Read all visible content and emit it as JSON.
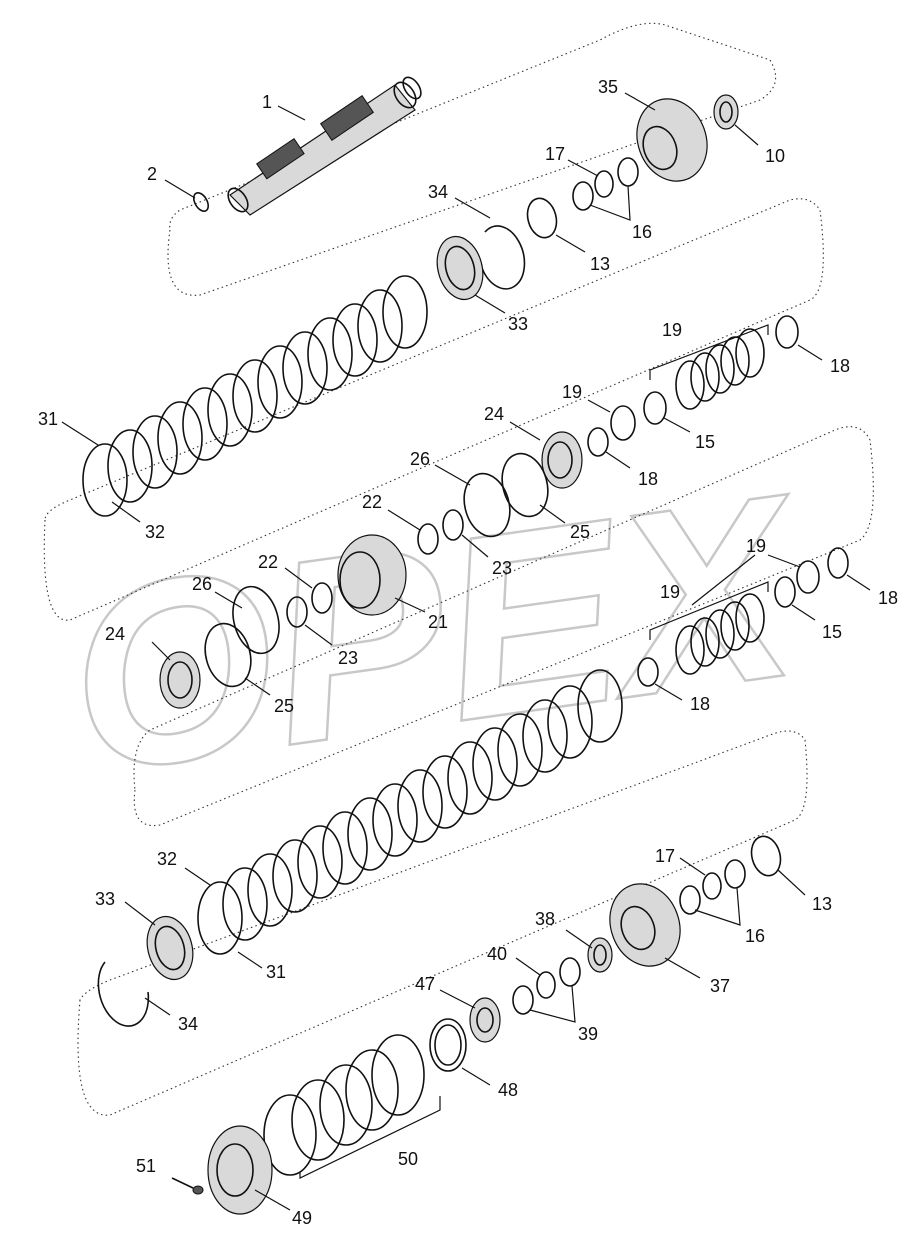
{
  "watermark": {
    "text": "OPEX"
  },
  "callouts": [
    {
      "id": "c1",
      "label": "1"
    },
    {
      "id": "c2",
      "label": "2"
    },
    {
      "id": "c35",
      "label": "35"
    },
    {
      "id": "c10",
      "label": "10"
    },
    {
      "id": "c17a",
      "label": "17"
    },
    {
      "id": "c16a",
      "label": "16"
    },
    {
      "id": "c34a",
      "label": "34"
    },
    {
      "id": "c13a",
      "label": "13"
    },
    {
      "id": "c33a",
      "label": "33"
    },
    {
      "id": "c19a",
      "label": "19"
    },
    {
      "id": "c18a",
      "label": "18"
    },
    {
      "id": "c19b",
      "label": "19"
    },
    {
      "id": "c15a",
      "label": "15"
    },
    {
      "id": "c24a",
      "label": "24"
    },
    {
      "id": "c18b",
      "label": "18"
    },
    {
      "id": "c31a",
      "label": "31"
    },
    {
      "id": "c32a",
      "label": "32"
    },
    {
      "id": "c26a",
      "label": "26"
    },
    {
      "id": "c25a",
      "label": "25"
    },
    {
      "id": "c22a",
      "label": "22"
    },
    {
      "id": "c23a",
      "label": "23"
    },
    {
      "id": "c21",
      "label": "21"
    },
    {
      "id": "c22b",
      "label": "22"
    },
    {
      "id": "c26b",
      "label": "26"
    },
    {
      "id": "c23b",
      "label": "23"
    },
    {
      "id": "c24b",
      "label": "24"
    },
    {
      "id": "c25b",
      "label": "25"
    },
    {
      "id": "c19c",
      "label": "19"
    },
    {
      "id": "c18c",
      "label": "18"
    },
    {
      "id": "c19d",
      "label": "19"
    },
    {
      "id": "c15b",
      "label": "15"
    },
    {
      "id": "c18d",
      "label": "18"
    },
    {
      "id": "c32b",
      "label": "32"
    },
    {
      "id": "c33b",
      "label": "33"
    },
    {
      "id": "c31b",
      "label": "31"
    },
    {
      "id": "c34b",
      "label": "34"
    },
    {
      "id": "c17b",
      "label": "17"
    },
    {
      "id": "c13b",
      "label": "13"
    },
    {
      "id": "c16b",
      "label": "16"
    },
    {
      "id": "c38",
      "label": "38"
    },
    {
      "id": "c40",
      "label": "40"
    },
    {
      "id": "c37",
      "label": "37"
    },
    {
      "id": "c47",
      "label": "47"
    },
    {
      "id": "c39",
      "label": "39"
    },
    {
      "id": "c48",
      "label": "48"
    },
    {
      "id": "c50",
      "label": "50"
    },
    {
      "id": "c51",
      "label": "51"
    },
    {
      "id": "c49",
      "label": "49"
    }
  ]
}
